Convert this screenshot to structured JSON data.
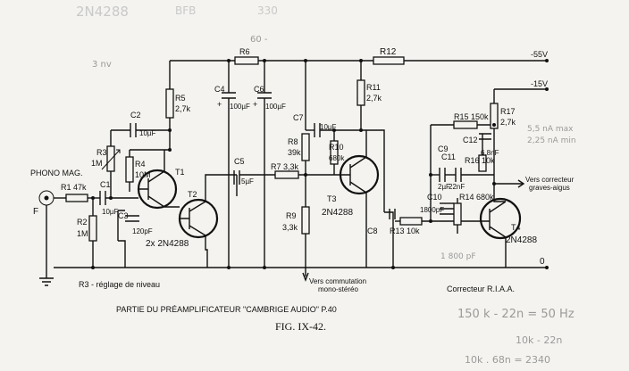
{
  "title": "PARTIE DU PRÉAMPLIFICATEUR \"CAMBRIGE AUDIO\" P.40",
  "figure": "FIG. IX-42.",
  "ghost": {
    "a": "2N4288",
    "b": "BFB",
    "c": "330"
  },
  "pencil": {
    "n1": "3 nv",
    "n2": "60 -",
    "n3": "5,5 nA max",
    "n4": "2,25 nA min",
    "n5": "1 800 pF",
    "n6": "150 k - 22n = 50 Hz",
    "n7": "10k - 22n",
    "n8": "10k . 68n = 2340"
  },
  "labels": {
    "v55": "-55V",
    "v15": "-15V",
    "zero": "0",
    "phono": "PHONO MAG.",
    "f": "F",
    "r3_caption": "R3 - réglage de niveau",
    "vers_comm_1": "Vers commutation",
    "vers_comm_2": "mono-stéréo",
    "vers_corr_1": "Vers correcteur",
    "vers_corr_2": "graves-aigus",
    "riaa": "Correcteur R.I.A.A."
  },
  "components": {
    "plus": "+",
    "r1": "R1 47k",
    "r2": "R2",
    "r2_val": "1M",
    "r3": "R3",
    "r3_val": "1M",
    "r4": "R4",
    "r4_val": "10M",
    "r5": "R5",
    "r5_val": "2,7k",
    "r6": "R6",
    "r7": "R7 3,3k",
    "r8": "R8",
    "r8_val": "39k",
    "r9": "R9",
    "r9_val": "3,3k",
    "r10": "R10",
    "r10_val": "680k",
    "r11": "R11",
    "r11_val": "2,7k",
    "r12": "R12",
    "r13": "R13",
    "r13_val": "10k",
    "r14": "R14 680k",
    "r15": "R15 150k",
    "r16": "R16 10k",
    "r17": "R17",
    "r17_val": "2,7k",
    "c1": "C1",
    "c1_val": "10µF",
    "c2": "C2",
    "c2_val": "10µF",
    "c3": "C3",
    "c3_val": "120pF",
    "c4": "C4",
    "c4_val": "100µF",
    "c5": "C5",
    "c5_val": "5µF",
    "c6": "C6",
    "c6_val": "100µF",
    "c7": "C7",
    "c7_val": "10µF",
    "c8": "C8",
    "c9": "C9",
    "c9_val": "2µF",
    "c10": "C10",
    "c10_val": "1800pF",
    "c11": "C11",
    "c11_val": "22nF",
    "c12": "C12",
    "c12_val": "6,8nF",
    "t1": "T1",
    "t2": "T2",
    "t1t2_type": "2x 2N4288",
    "t3": "T3",
    "t3_type": "2N4288",
    "t4": "T4",
    "t4_type": "2N4288"
  }
}
